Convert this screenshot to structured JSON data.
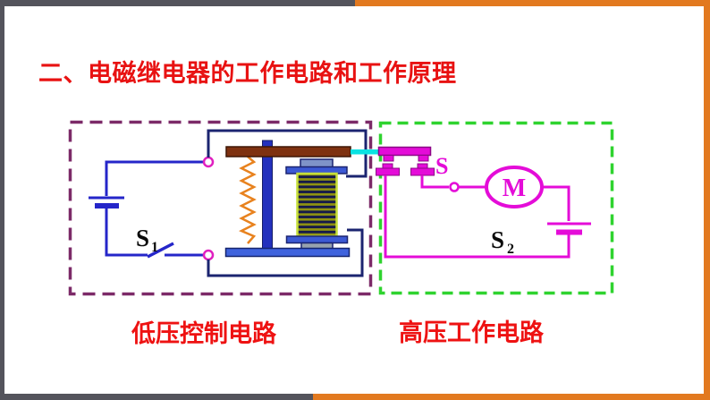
{
  "title": {
    "text": "二、电磁继电器的工作电路和工作原理"
  },
  "diagram": {
    "control_circuit": {
      "caption": "低压控制电路",
      "switch_label": "S",
      "switch_label_sub": "1"
    },
    "work_circuit": {
      "caption": "高压工作电路",
      "relay_contact_label": "S",
      "circuit_label": "S",
      "circuit_label_sub": "2",
      "motor_label": "M"
    }
  },
  "colors": {
    "accent_orange": "#E2791F",
    "frame_gray": "#54545C",
    "title_red": "#E81212",
    "caption_red": "#EE1212",
    "wire_blue": "#2526C9",
    "coil_lead_navy": "#1B2470",
    "work_circuit_magenta": "#E40CD8",
    "control_box_purple": "#7C2A68",
    "work_box_green": "#2FD32F",
    "link_cyan": "#0AE2E2",
    "spring_orange": "#E8821E",
    "armature_brown": "#7E3110",
    "coil_body_olive": "#8F9212",
    "base_blue": "#3F63DD"
  }
}
